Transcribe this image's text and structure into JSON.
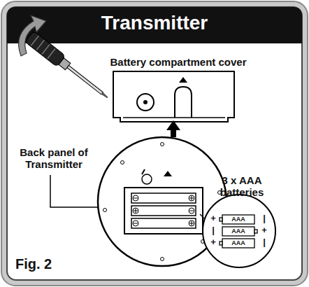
{
  "diagram": {
    "title": "Transmitter",
    "labels": [
      "Battery compartment cover",
      "Back panel of Transmitter",
      "3 x AAA batteries",
      "AAA",
      "AAA",
      "AAA",
      "+",
      "|",
      "+",
      "|",
      "+",
      "|",
      "Fig. 2"
    ]
  }
}
